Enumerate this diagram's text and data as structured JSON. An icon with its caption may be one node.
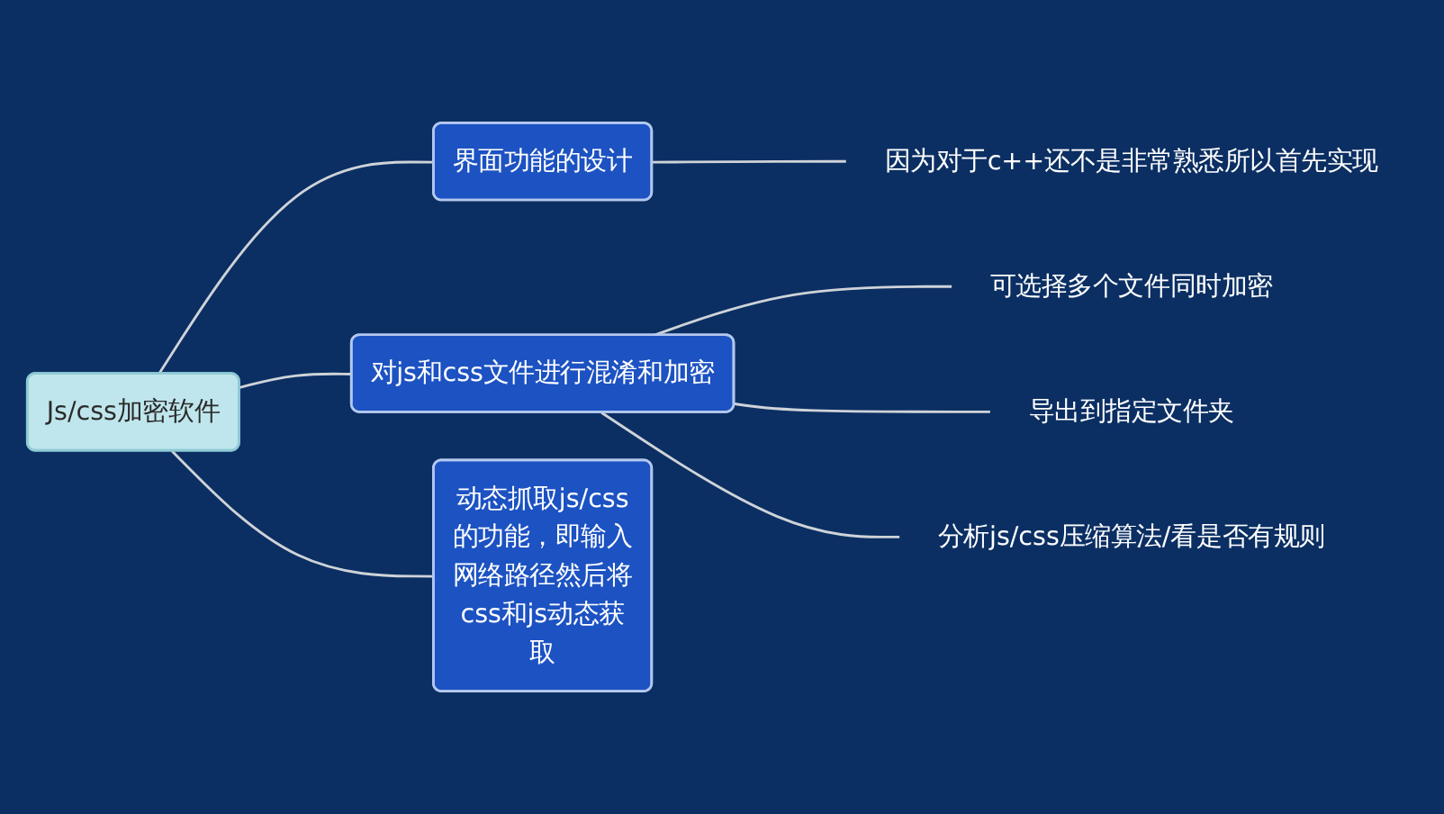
{
  "diagram": {
    "nodes": [
      {
        "text": [
          "Js/css加密软件"
        ]
      },
      {
        "text": [
          "界面功能的设计"
        ]
      },
      {
        "text": [
          "因为对于c++还不是非常熟悉所以首先实现"
        ]
      },
      {
        "text": [
          "对js和css文件进行混淆和加密"
        ]
      },
      {
        "text": [
          "可选择多个文件同时加密"
        ]
      },
      {
        "text": [
          "导出到指定文件夹"
        ]
      },
      {
        "text": [
          "分析js/css压缩算法/看是否有规则"
        ]
      },
      {
        "text": [
          "动态抓取js/css的功能，即输入网络路径然后将css和js动态获取"
        ]
      }
    ],
    "edges": [
      {
        "from": 0,
        "to": 1,
        "arrow": "none"
      },
      {
        "from": 1,
        "to": 2,
        "arrow": "none"
      },
      {
        "from": 0,
        "to": 3,
        "arrow": "none"
      },
      {
        "from": 3,
        "to": 4,
        "arrow": "none"
      },
      {
        "from": 3,
        "to": 5,
        "arrow": "none"
      },
      {
        "from": 3,
        "to": 6,
        "arrow": "none"
      },
      {
        "from": 0,
        "to": 7,
        "arrow": "none"
      }
    ]
  }
}
